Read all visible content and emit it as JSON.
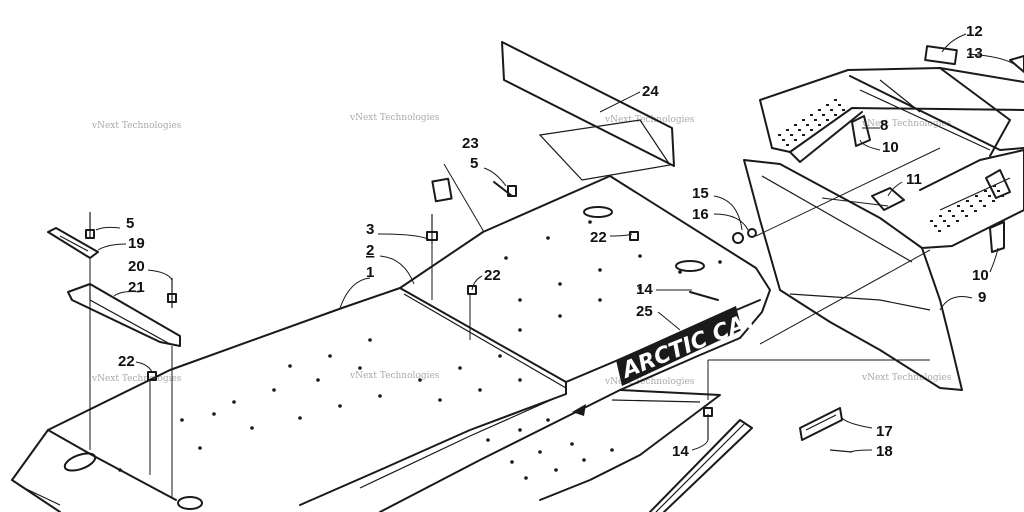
{
  "diagram": {
    "watermark": "vNext Technologies",
    "decal_brand": "ARCTIC CAT",
    "callouts": [
      "1",
      "2",
      "3",
      "5",
      "5",
      "8",
      "9",
      "10",
      "10",
      "11",
      "12",
      "13",
      "14",
      "14",
      "15",
      "16",
      "17",
      "18",
      "19",
      "20",
      "21",
      "22",
      "22",
      "22",
      "23",
      "24",
      "25"
    ]
  },
  "colors": {
    "line": "#1a1a1a",
    "watermark": "#9a9a9a",
    "background": "#ffffff"
  }
}
